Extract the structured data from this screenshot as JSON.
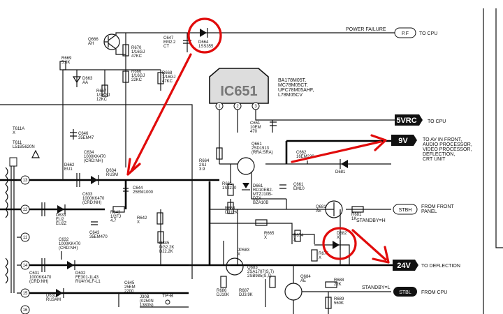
{
  "ic": {
    "name": "IC651",
    "parts": "BA178M05T,\nMC78M05CT,\nUPC78M05AHF,\nL78M05CV",
    "pins": [
      "1",
      "2",
      "3"
    ]
  },
  "signals": {
    "power_failure": "POWER FAILURE",
    "pf_tag": "P.F",
    "pf_dest": "TO CPU",
    "5vrc_tag": "5VRC",
    "5vrc_dest": "TO CPU",
    "9v_tag": "9V",
    "9v_dest": "TO AV IN FRONT,\nAUDIO PROCESSOR,\nVIDEO PROCESSOR,\nDEFLECTION,\nCRT UNIT",
    "stbh_tag": "STBH",
    "stbh_dest": "FROM FRONT\nPANEL",
    "standby_h": "STANDBY=H",
    "24v_tag": "24V",
    "24v_dest": "TO DEFLECTION",
    "stbl_tag": "STBL",
    "stbl_dest": "FROM CPU",
    "standby_l": "STANDBY=L",
    "tpb": "TP-B"
  },
  "components": [
    {
      "id": "q666",
      "label": "Q666\nAH"
    },
    {
      "id": "r670",
      "label": "R670\n1/16GJ\n47KC"
    },
    {
      "id": "c647",
      "label": "C647\nEM2.2\nCT"
    },
    {
      "id": "d664",
      "label": "D664\n1SS355"
    },
    {
      "id": "r669",
      "label": "R669\n5.6K"
    },
    {
      "id": "d663",
      "label": "D663\nAA"
    },
    {
      "id": "r666",
      "label": "R666\n1/16GJ\n22KC"
    },
    {
      "id": "r668",
      "label": "R668\n1/16GJ\n47KC"
    },
    {
      "id": "r667",
      "label": "R667\n1/16GJ\n12KC"
    },
    {
      "id": "t611a",
      "label": "T611A\nX"
    },
    {
      "id": "t611",
      "label": "T611\nL51B5620N"
    },
    {
      "id": "c646",
      "label": "C646\n35EM47"
    },
    {
      "id": "d662",
      "label": "D662\nEU1"
    },
    {
      "id": "c634",
      "label": "C634\n1000KK470\n(CRD:NH)"
    },
    {
      "id": "d634",
      "label": "D634\nRU3M"
    },
    {
      "id": "c644",
      "label": "C644\n25EM1000"
    },
    {
      "id": "c651",
      "label": "C651\n10EM\n470"
    },
    {
      "id": "r664",
      "label": "R664\n2SJ\n3.9"
    },
    {
      "id": "q661",
      "label": "Q661\n2SD1913\n(RRA:SRA)"
    },
    {
      "id": "c662",
      "label": "C662\n16EM220"
    },
    {
      "id": "d681",
      "label": "D681"
    },
    {
      "id": "r661",
      "label": "R661\n1SJ270"
    },
    {
      "id": "d661",
      "label": "D661\nRD10EB2-\nMTZJ10B-\nDZX\nBZA10B"
    },
    {
      "id": "c661",
      "label": "C661\nEM10"
    },
    {
      "id": "c633",
      "label": "C633\n1000KK470\n(CRD:NH)"
    },
    {
      "id": "d633",
      "label": "D633\nEU2\nEU2Z"
    },
    {
      "id": "c643",
      "label": "C643\n35EM470"
    },
    {
      "id": "r643",
      "label": "R643\n1/2FJ\n4.7"
    },
    {
      "id": "r642",
      "label": "R642\nX"
    },
    {
      "id": "r663",
      "label": "R663\nDJ12K"
    },
    {
      "id": "q681",
      "label": "Q681\nAE"
    },
    {
      "id": "r681",
      "label": "R681\n1K"
    },
    {
      "id": "r845",
      "label": "R845\nDG2.2K\nDJ2.2K"
    },
    {
      "id": "r665",
      "label": "R665\nX"
    },
    {
      "id": "r674",
      "label": "R674\nX"
    },
    {
      "id": "d682",
      "label": "D682\nX"
    },
    {
      "id": "r675",
      "label": "R675\nX"
    },
    {
      "id": "c632",
      "label": "C632\n1000KK470\n(CRD:NH)"
    },
    {
      "id": "jp683",
      "label": "JP683\nX"
    },
    {
      "id": "c631",
      "label": "C631\n1000KK470\n(CRD:NH)"
    },
    {
      "id": "d632",
      "label": "D632\nFE301-1L43\nRU4YXLF-L1"
    },
    {
      "id": "q683",
      "label": "Q683\n2SA1707(S,T)\n2SB985(S,T)"
    },
    {
      "id": "c645",
      "label": "C645\n25EM\n2200"
    },
    {
      "id": "d631",
      "label": "D631\nRU3AM"
    },
    {
      "id": "j30b",
      "label": "J30B\n(0250N\n1380N)"
    },
    {
      "id": "r686",
      "label": "R686\nDJ10K"
    },
    {
      "id": "r687",
      "label": "R687\nDJ3.9K"
    },
    {
      "id": "q684",
      "label": "Q684\nAE"
    },
    {
      "id": "r688",
      "label": "R688\n22K"
    },
    {
      "id": "r689",
      "label": "R689\n560K"
    }
  ],
  "pins": [
    "13",
    "12",
    "11",
    "14",
    "15",
    "16"
  ]
}
